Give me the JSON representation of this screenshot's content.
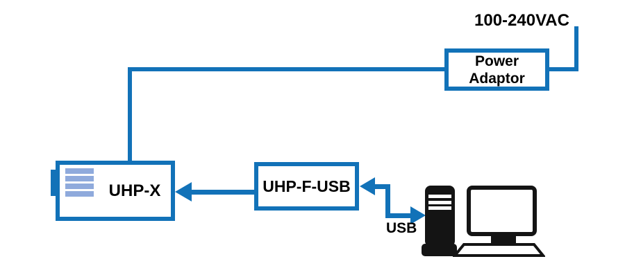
{
  "diagram": {
    "type": "connection-diagram",
    "labels": {
      "ac_power": "100-240VAC",
      "power_adaptor_line1": "Power",
      "power_adaptor_line2": "Adaptor",
      "uhp_x": "UHP-X",
      "uhp_f_usb": "UHP-F-USB",
      "usb": "USB"
    },
    "connections": [
      {
        "from": "ac-mains-100-240VAC",
        "to": "power-adaptor",
        "style": "line"
      },
      {
        "from": "power-adaptor",
        "to": "uhp-x",
        "style": "line"
      },
      {
        "from": "uhp-f-usb",
        "to": "uhp-x",
        "style": "arrow-left"
      },
      {
        "from": "computer",
        "to": "uhp-f-usb",
        "style": "double-arrow-zigzag",
        "label": "USB"
      }
    ],
    "colors": {
      "line_blue": "#1272B8",
      "vent_light_blue": "#8FAADC",
      "device_black": "#141414",
      "text_black": "#000000",
      "background": "#FFFFFF"
    }
  }
}
